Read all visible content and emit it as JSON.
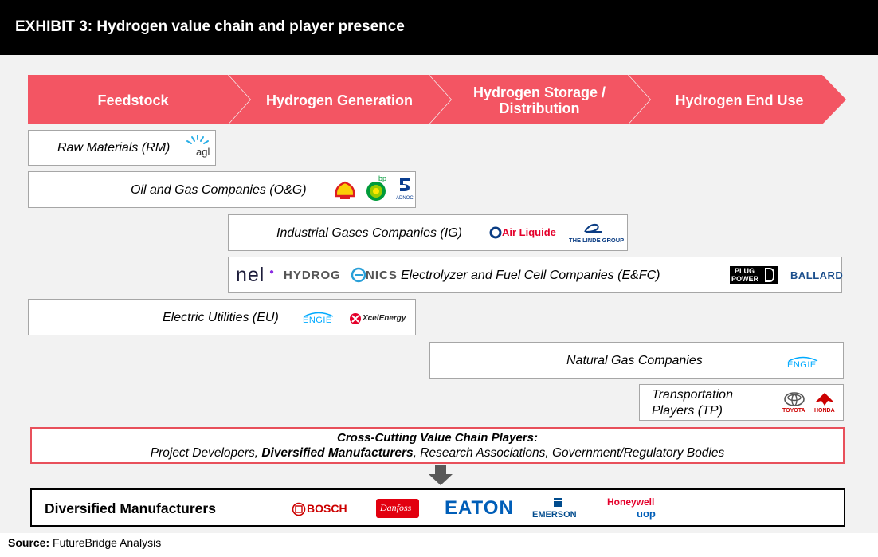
{
  "title": "EXHIBIT 3: Hydrogen value chain and player presence",
  "stages": [
    "Feedstock",
    "Hydrogen Generation",
    "Hydrogen Storage /",
    "Distribution",
    "Hydrogen End Use"
  ],
  "colors": {
    "chevron": "#f35563",
    "cross_border": "#e8505b",
    "header": "#000000",
    "panel": "#f2f2f2"
  },
  "boxes": {
    "rm": {
      "label": "Raw Materials (RM)",
      "logos": [
        "agl"
      ]
    },
    "og": {
      "label": "Oil and Gas Companies (O&G)",
      "logos": [
        "shell-logo",
        "bp-logo",
        "ADNOC"
      ]
    },
    "ig": {
      "label": "Industrial Gases Companies (IG)",
      "logos": [
        "Air Liquide",
        "THE LINDE GROUP"
      ]
    },
    "efc": {
      "label": "Electrolyzer and Fuel Cell Companies (E&FC)",
      "logos": [
        "nel",
        "HYDROG",
        "NICS",
        "PLUG",
        "POWER",
        "BALLARD"
      ]
    },
    "eu": {
      "label": "Electric Utilities (EU)",
      "logos": [
        "ENGIE",
        "XcelEnergy"
      ]
    },
    "ng": {
      "label": "Natural Gas Companies",
      "logos": [
        "ENGIE"
      ]
    },
    "tp": {
      "label_1": "Transportation",
      "label_2": "Players (TP)",
      "logos": [
        "TOYOTA",
        "HONDA"
      ]
    }
  },
  "cross_cutting": {
    "heading": "Cross-Cutting Value Chain Players:",
    "line_parts": [
      "Project Developers, ",
      "Diversified Manufacturers",
      ", Research Associations, Government/Regulatory Bodies"
    ]
  },
  "diversified": {
    "label": "Diversified Manufacturers",
    "logos": [
      "BOSCH",
      "Danfoss",
      "EATON",
      "EMERSON",
      "Honeywell",
      "UOP"
    ]
  },
  "source": {
    "label": "Source:",
    "text": " FutureBridge Analysis"
  }
}
